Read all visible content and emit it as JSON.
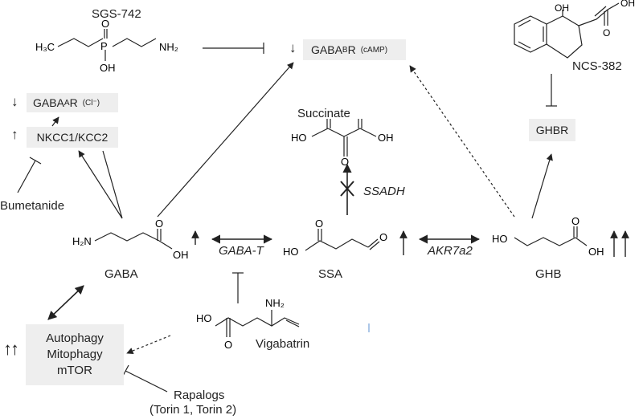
{
  "compounds": {
    "sgs742": "SGS-742",
    "ncs382": "NCS-382",
    "succinate": "Succinate",
    "gaba": "GABA",
    "ssa": "SSA",
    "ghb": "GHB",
    "vigabatrin": "Vigabatrin",
    "bumetanide": "Bumetanide",
    "rapalogs_line1": "Rapalogs",
    "rapalogs_line2": "(Torin 1, Torin 2)"
  },
  "boxes": {
    "gabab_arrow": "↓",
    "gabab_main": "GABA",
    "gabab_sub": "B",
    "gabab_r": "R",
    "gabab_note": "(cAMP)",
    "gabaa_arrow": "↓",
    "gabaa_main": "GABA",
    "gabaa_sub": "A",
    "gabaa_r": "R",
    "gabaa_note": "(Cl⁻)",
    "nkcc_arrow": "↑",
    "nkcc": "NKCC1/KCC2",
    "ghbr": "GHBR",
    "autophagy": "Autophagy",
    "mitophagy": "Mitophagy",
    "mtor": "mTOR",
    "auto_arrows": "↑↑"
  },
  "enzymes": {
    "gabat": "GABA-T",
    "ssadh": "SSADH",
    "akr": "AKR7a2"
  },
  "atoms": {
    "h3c": "H₃C",
    "p": "P",
    "o": "O",
    "oh": "OH",
    "nh2": "NH₂",
    "h2n": "H₂N",
    "ho": "HO"
  }
}
